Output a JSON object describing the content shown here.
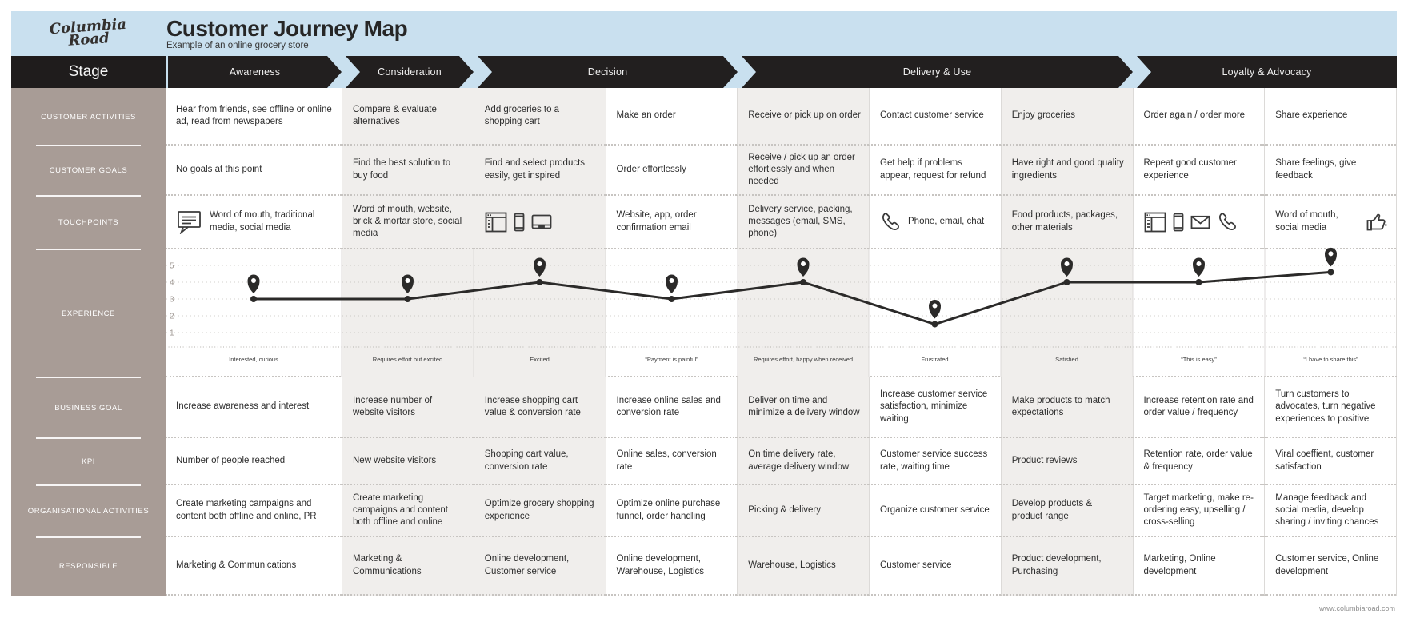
{
  "header": {
    "logo_line1": "Columbia",
    "logo_line2": "Road",
    "title": "Customer Journey Map",
    "subtitle": "Example of an online grocery store"
  },
  "stage_bar": {
    "label": "Stage",
    "stages": [
      {
        "label": "Awareness",
        "span": 1
      },
      {
        "label": "Consideration",
        "span": 1
      },
      {
        "label": "Decision",
        "span": 2
      },
      {
        "label": "Delivery & Use",
        "span": 3
      },
      {
        "label": "Loyalty & Advocacy",
        "span": 2
      }
    ]
  },
  "rows": [
    {
      "name": "customer-activities",
      "label": "CUSTOMER ACTIVITIES",
      "cells": [
        "Hear from friends, see offline or online ad, read from newspapers",
        "Compare & evaluate alternatives",
        "Add groceries to a shopping cart",
        "Make an order",
        "Receive or pick up on order",
        "Contact customer service",
        "Enjoy groceries",
        "Order again / order more",
        "Share experience"
      ]
    },
    {
      "name": "customer-goals",
      "label": "CUSTOMER GOALS",
      "cells": [
        "No goals at this point",
        "Find the best solution to buy food",
        "Find and select products easily, get inspired",
        "Order effortlessly",
        "Receive / pick up an order effortlessly and when needed",
        "Get help if problems appear, request for refund",
        "Have right and good quality ingredients",
        "Repeat good customer experience",
        "Share feelings, give feedback"
      ]
    },
    {
      "name": "touchpoints",
      "label": "TOUCHPOINTS",
      "cells": [
        {
          "icons": [
            "speech-bubble"
          ],
          "text": "Word of mouth, traditional media, social media"
        },
        {
          "text": "Word of mouth, website, brick & mortar store, social media"
        },
        {
          "icons": [
            "browser-window",
            "smartphone",
            "tablet"
          ]
        },
        {
          "text": "Website, app, order confirmation email"
        },
        {
          "text": "Delivery service, packing, messages (email, SMS, phone)"
        },
        {
          "icons": [
            "phone-handset"
          ],
          "text": "Phone, email, chat"
        },
        {
          "text": "Food products, packages, other materials"
        },
        {
          "icons": [
            "browser-window",
            "smartphone",
            "envelope",
            "phone-handset"
          ]
        },
        {
          "text": "Word of mouth, social media",
          "icons_right": [
            "thumbs-up"
          ]
        }
      ]
    },
    {
      "name": "experience",
      "label": "EXPERIENCE",
      "type": "chart"
    },
    {
      "name": "business-goal",
      "label": "BUSINESS GOAL",
      "cells": [
        "Increase awareness and interest",
        "Increase number of website visitors",
        "Increase shopping cart value & conversion rate",
        "Increase online sales and conversion rate",
        "Deliver on time and minimize a delivery window",
        "Increase customer service satisfaction, minimize waiting",
        "Make products to match expectations",
        "Increase retention rate and order value / frequency",
        "Turn customers to advocates, turn negative experiences to positive"
      ]
    },
    {
      "name": "kpi",
      "label": "KPI",
      "cells": [
        "Number of people reached",
        "New website visitors",
        "Shopping cart value, conversion rate",
        "Online sales, conversion rate",
        "On time delivery rate, average delivery window",
        "Customer service success rate, waiting time",
        "Product reviews",
        "Retention rate, order value & frequency",
        "Viral coeffient, customer satisfaction"
      ]
    },
    {
      "name": "organisational-activities",
      "label": "ORGANISATIONAL ACTIVITIES",
      "cells": [
        "Create marketing campaigns and content both offline and online, PR",
        "Create marketing campaigns and content both offline and online",
        "Optimize grocery shopping experience",
        "Optimize online purchase funnel, order handling",
        "Picking & delivery",
        "Organize customer service",
        "Develop products & product range",
        "Target marketing, make re-ordering easy, upselling / cross-selling",
        "Manage feedback and social media, develop sharing / inviting chances"
      ]
    },
    {
      "name": "responsible",
      "label": "RESPONSIBLE",
      "cells": [
        "Marketing & Communications",
        "Marketing & Communications",
        "Online development, Customer service",
        "Online development, Warehouse, Logistics",
        "Warehouse, Logistics",
        "Customer service",
        "Product development, Purchasing",
        "Marketing, Online development",
        "Customer service, Online development"
      ]
    }
  ],
  "chart_data": {
    "type": "line",
    "title": "EXPERIENCE",
    "categories": [
      "Awareness",
      "Consideration",
      "Add groceries to a shopping cart",
      "Make an order",
      "Receive or pick up on order",
      "Contact customer service",
      "Enjoy groceries",
      "Order again / order more",
      "Share experience"
    ],
    "values": [
      3,
      3,
      4,
      3,
      4,
      1.5,
      4,
      4,
      4.6
    ],
    "ylim": [
      1,
      5
    ],
    "yticks": [
      5,
      4,
      3,
      2,
      1
    ],
    "grid": "dotted",
    "marker": "location-pin",
    "point_labels": [
      "Interested, curious",
      "Requires effort but excited",
      "Excited",
      "“Payment is painful”",
      "Requires effort, happy when received",
      "Frustrated",
      "Satisfied",
      "“This is easy”",
      "“I have to share this”"
    ]
  },
  "footer": {
    "url": "www.columbiaroad.com"
  },
  "colors": {
    "header_bg": "#c9e0ef",
    "stage_bg": "#221f1f",
    "label_column_bg": "#a89c96",
    "shaded_column_bg": "#f0eeec",
    "line": "#2b2a29"
  }
}
